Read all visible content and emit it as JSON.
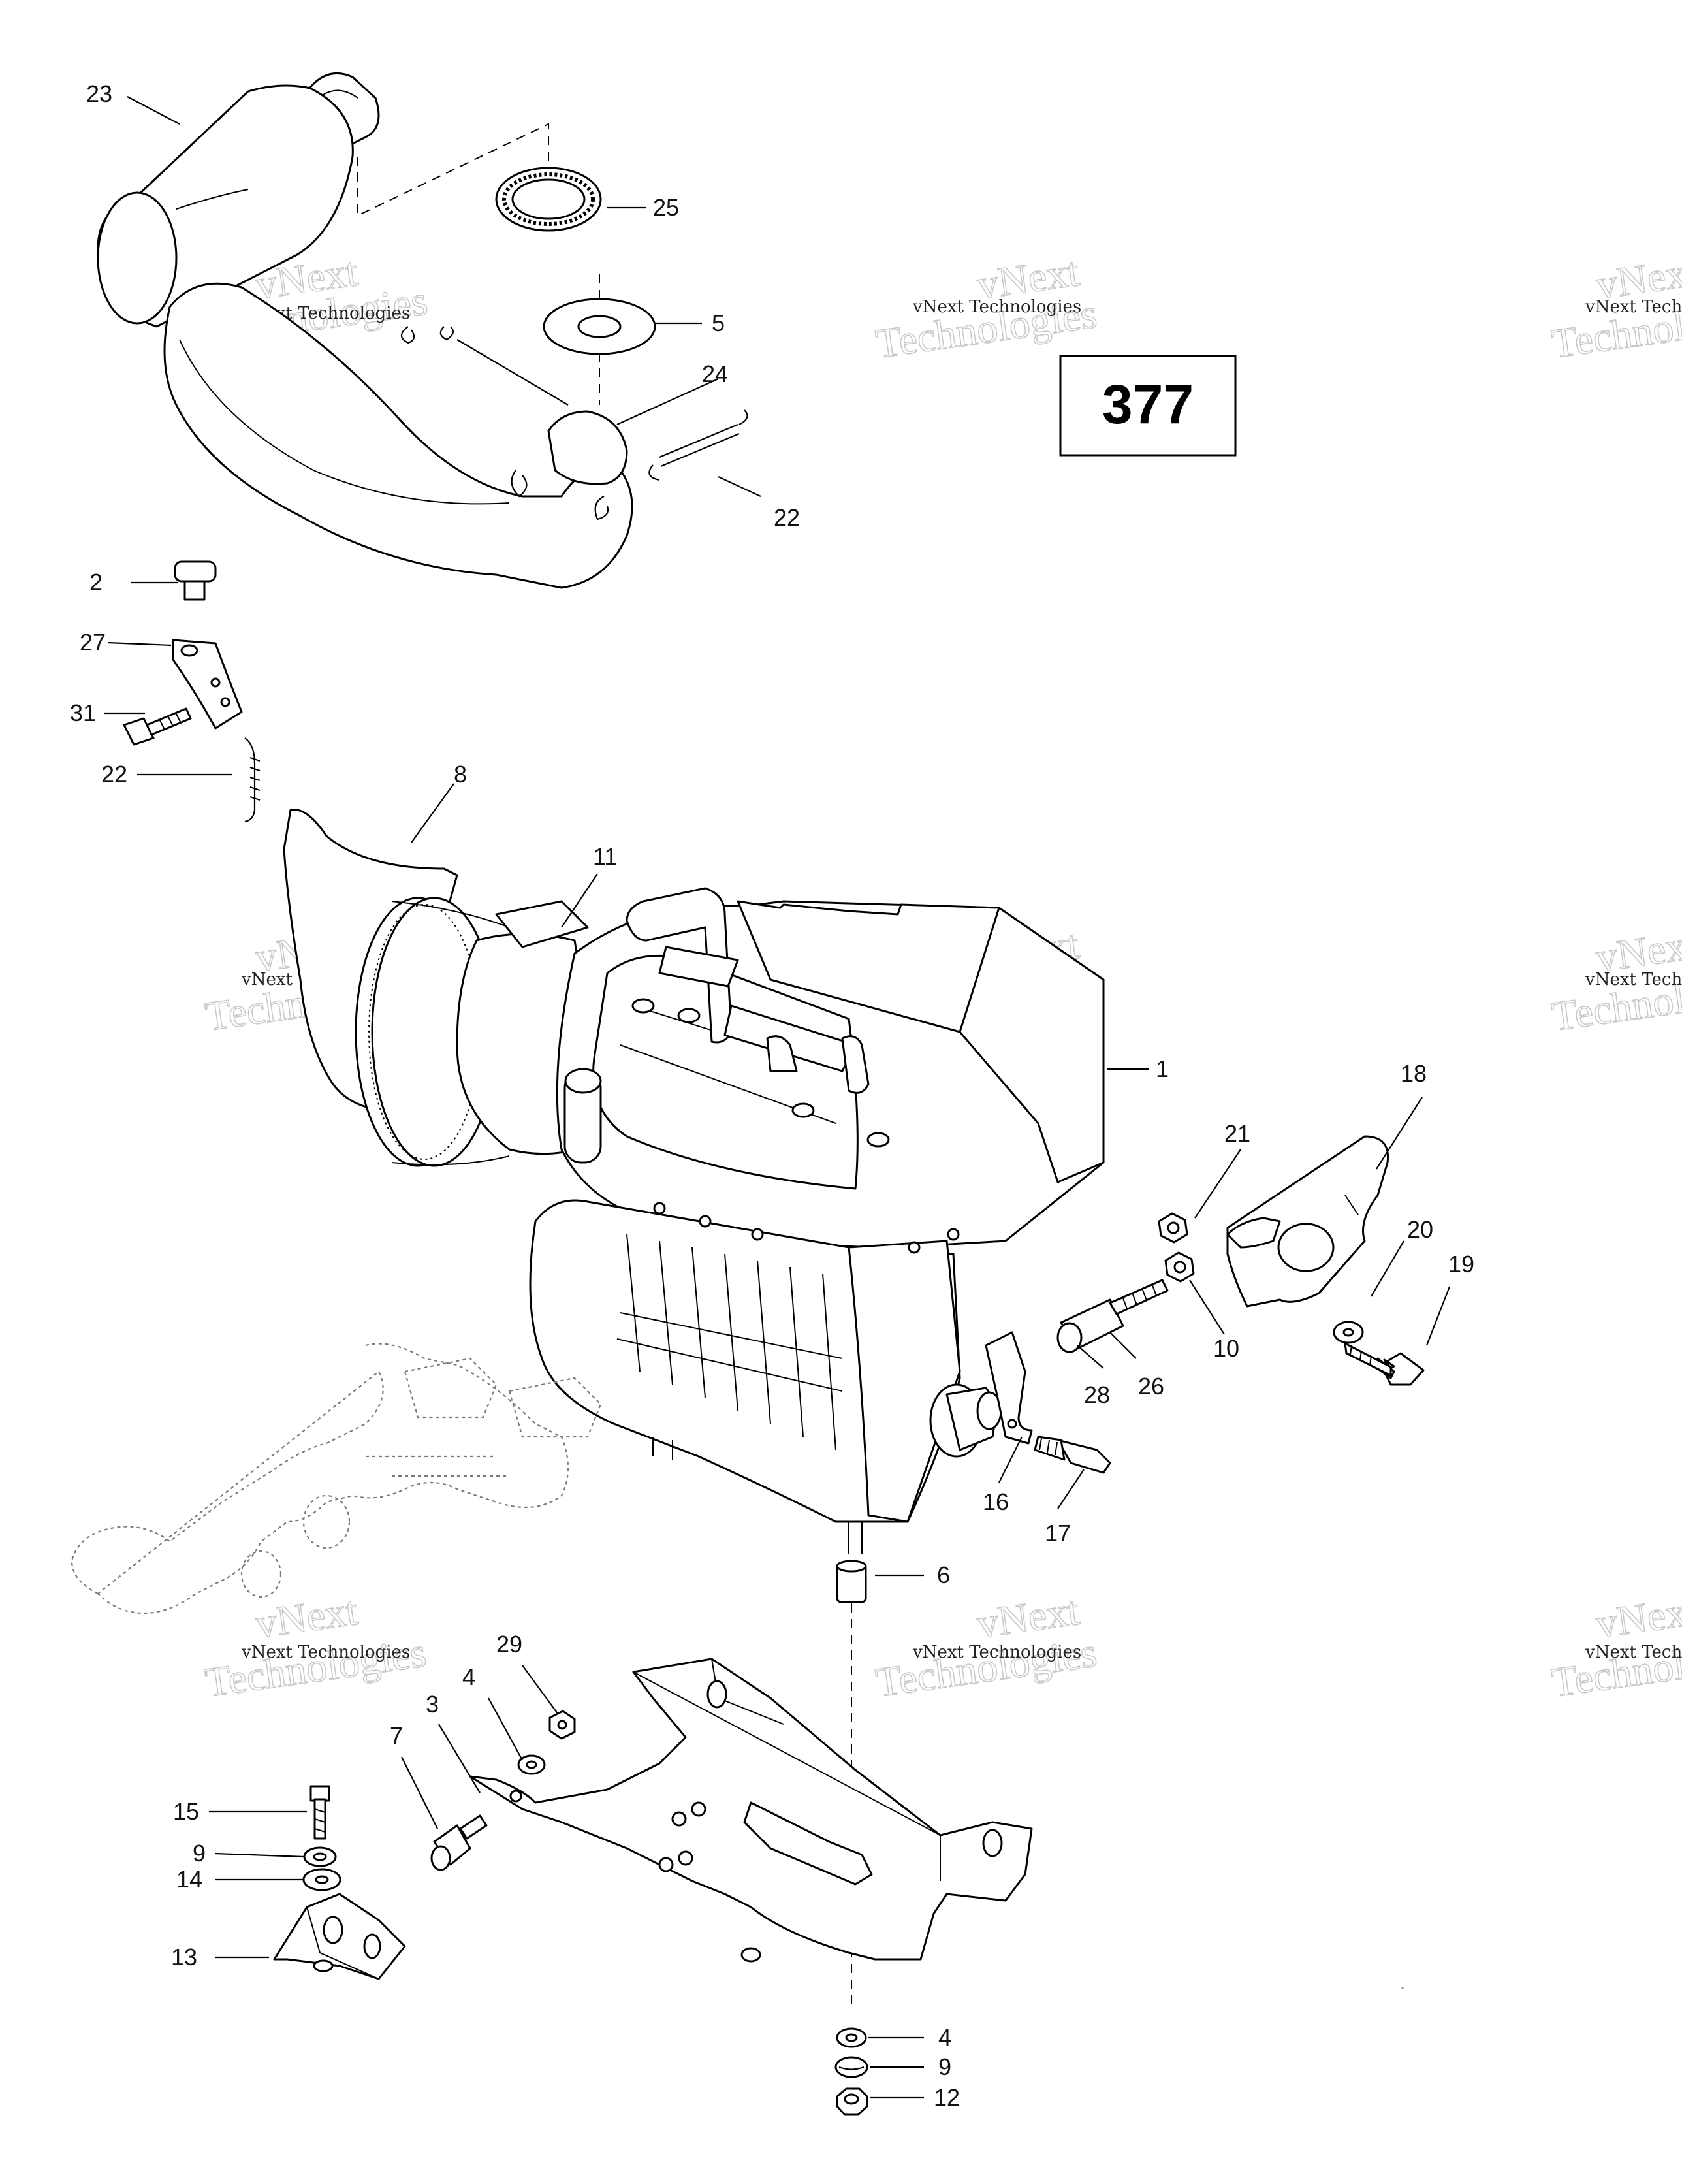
{
  "diagram": {
    "page_number": "377",
    "watermark": {
      "line1": "vNext Technologies",
      "line2": "vNext",
      "line3": "Technologies"
    },
    "callouts": [
      {
        "id": "c23",
        "label": "23"
      },
      {
        "id": "c25",
        "label": "25"
      },
      {
        "id": "c5",
        "label": "5"
      },
      {
        "id": "c24",
        "label": "24"
      },
      {
        "id": "c22a",
        "label": "22"
      },
      {
        "id": "c2",
        "label": "2"
      },
      {
        "id": "c27",
        "label": "27"
      },
      {
        "id": "c31",
        "label": "31"
      },
      {
        "id": "c22b",
        "label": "22"
      },
      {
        "id": "c8",
        "label": "8"
      },
      {
        "id": "c11",
        "label": "11"
      },
      {
        "id": "c1",
        "label": "1"
      },
      {
        "id": "c18",
        "label": "18"
      },
      {
        "id": "c21",
        "label": "21"
      },
      {
        "id": "c20",
        "label": "20"
      },
      {
        "id": "c19",
        "label": "19"
      },
      {
        "id": "c10",
        "label": "10"
      },
      {
        "id": "c26",
        "label": "26"
      },
      {
        "id": "c28",
        "label": "28"
      },
      {
        "id": "c16",
        "label": "16"
      },
      {
        "id": "c17",
        "label": "17"
      },
      {
        "id": "c6",
        "label": "6"
      },
      {
        "id": "c29",
        "label": "29"
      },
      {
        "id": "c4a",
        "label": "4"
      },
      {
        "id": "c3",
        "label": "3"
      },
      {
        "id": "c7",
        "label": "7"
      },
      {
        "id": "c15",
        "label": "15"
      },
      {
        "id": "c9a",
        "label": "9"
      },
      {
        "id": "c14",
        "label": "14"
      },
      {
        "id": "c13",
        "label": "13"
      },
      {
        "id": "c4b",
        "label": "4"
      },
      {
        "id": "c9b",
        "label": "9"
      },
      {
        "id": "c12",
        "label": "12"
      }
    ]
  }
}
